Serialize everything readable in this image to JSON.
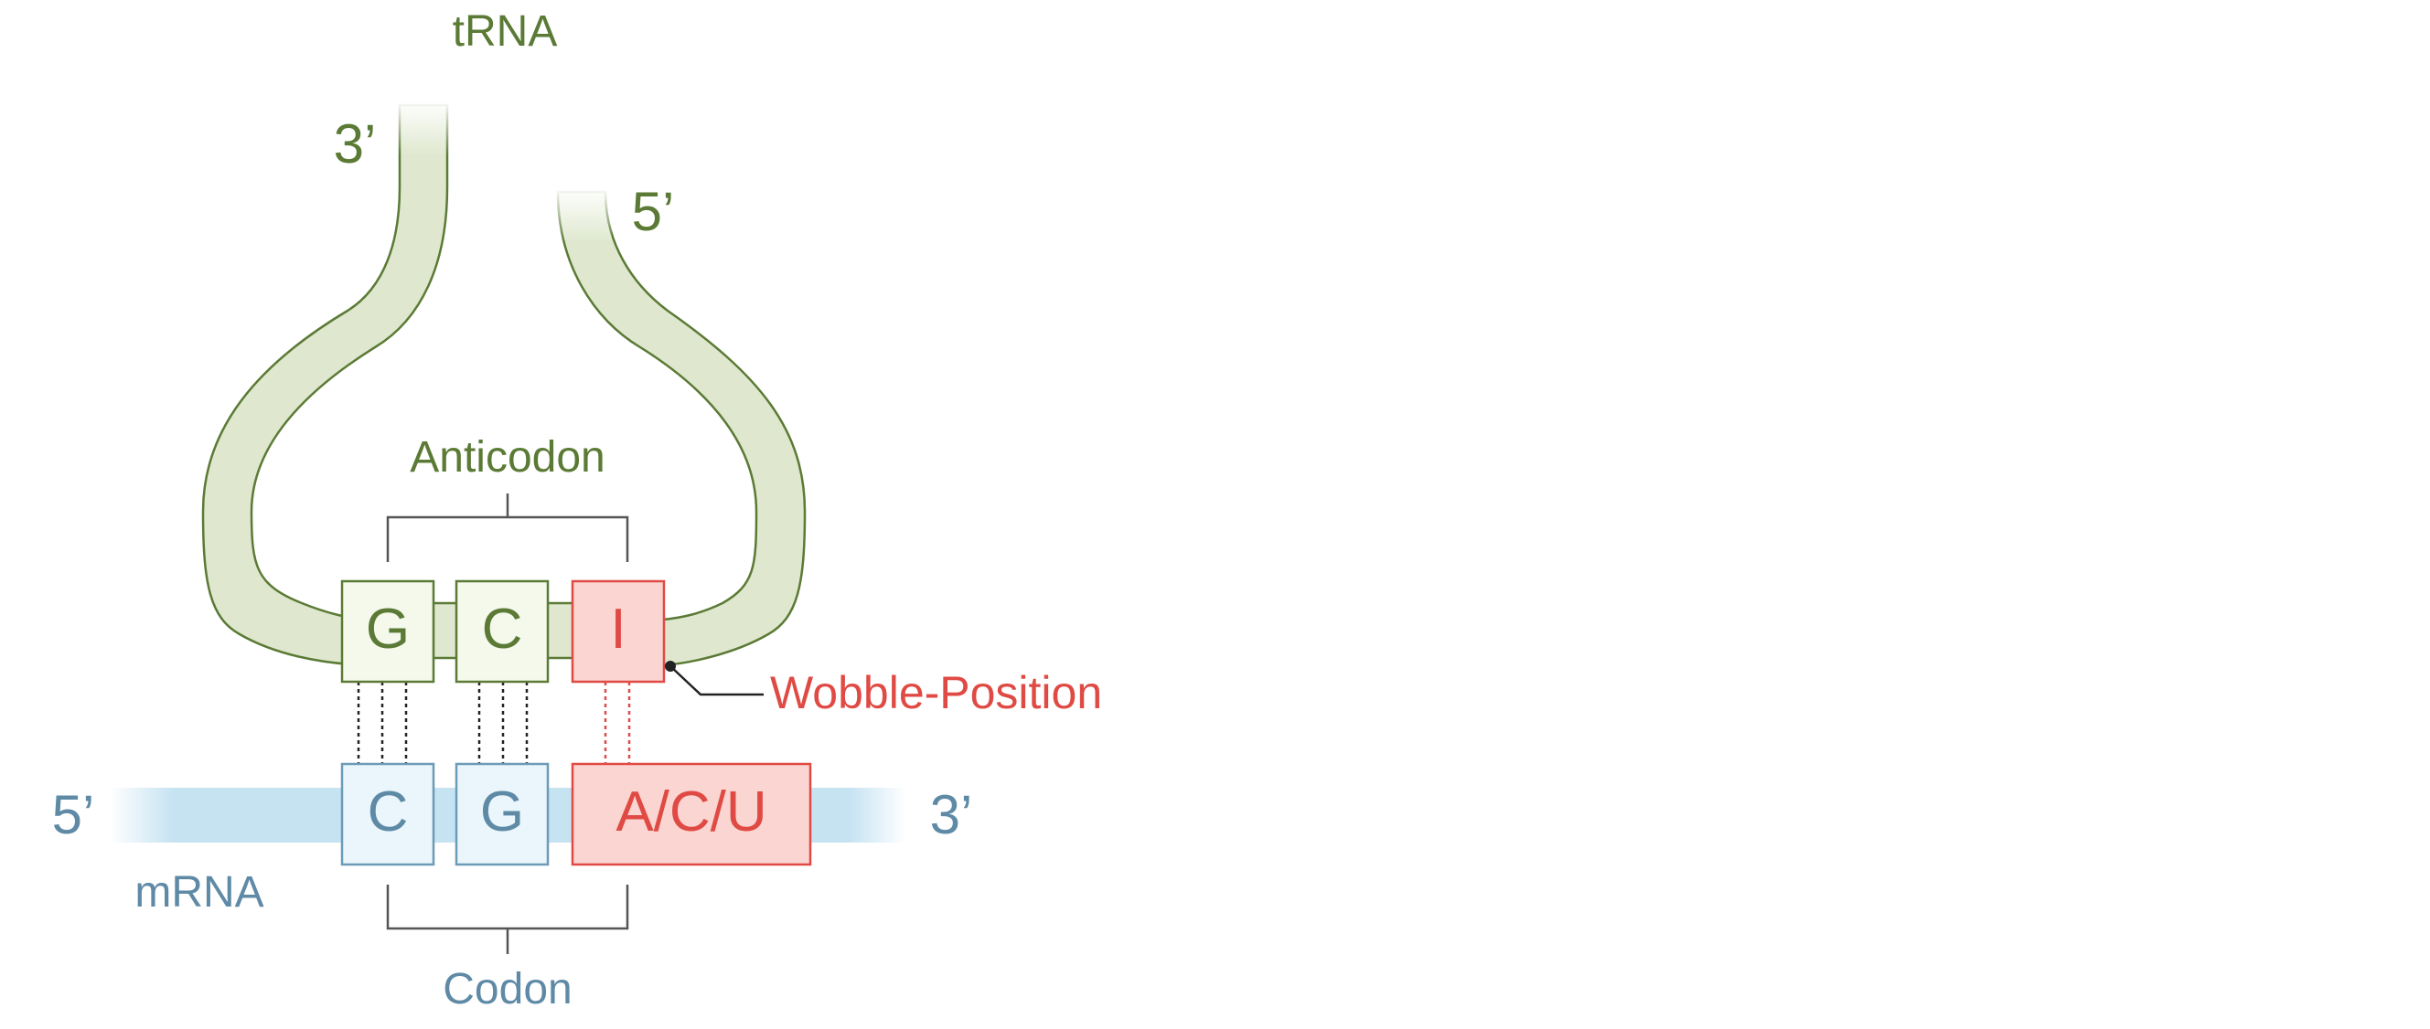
{
  "trna": {
    "title": "tRNA",
    "end_left": "3’",
    "end_right": "5’",
    "anticodon_label": "Anticodon",
    "bases": [
      "G",
      "C",
      "I"
    ]
  },
  "mrna": {
    "title": "mRNA",
    "end_left": "5’",
    "end_right": "3’",
    "codon_label": "Codon",
    "bases": [
      "C",
      "G",
      "A/C/U"
    ]
  },
  "wobble": {
    "label": "Wobble-Position"
  },
  "colors": {
    "trna_stroke": "#5b7a35",
    "trna_fill": "#dfe8cf",
    "trna_box_fill": "#f4f9ec",
    "mrna_text": "#5f8aa6",
    "mrna_band": "#c6e3f2",
    "mrna_box_stroke": "#6c9bb8",
    "mrna_box_fill": "#eaf6fc",
    "wobble_red": "#e04a44",
    "wobble_box_fill": "#fbd5d1",
    "bracket": "#555555"
  }
}
